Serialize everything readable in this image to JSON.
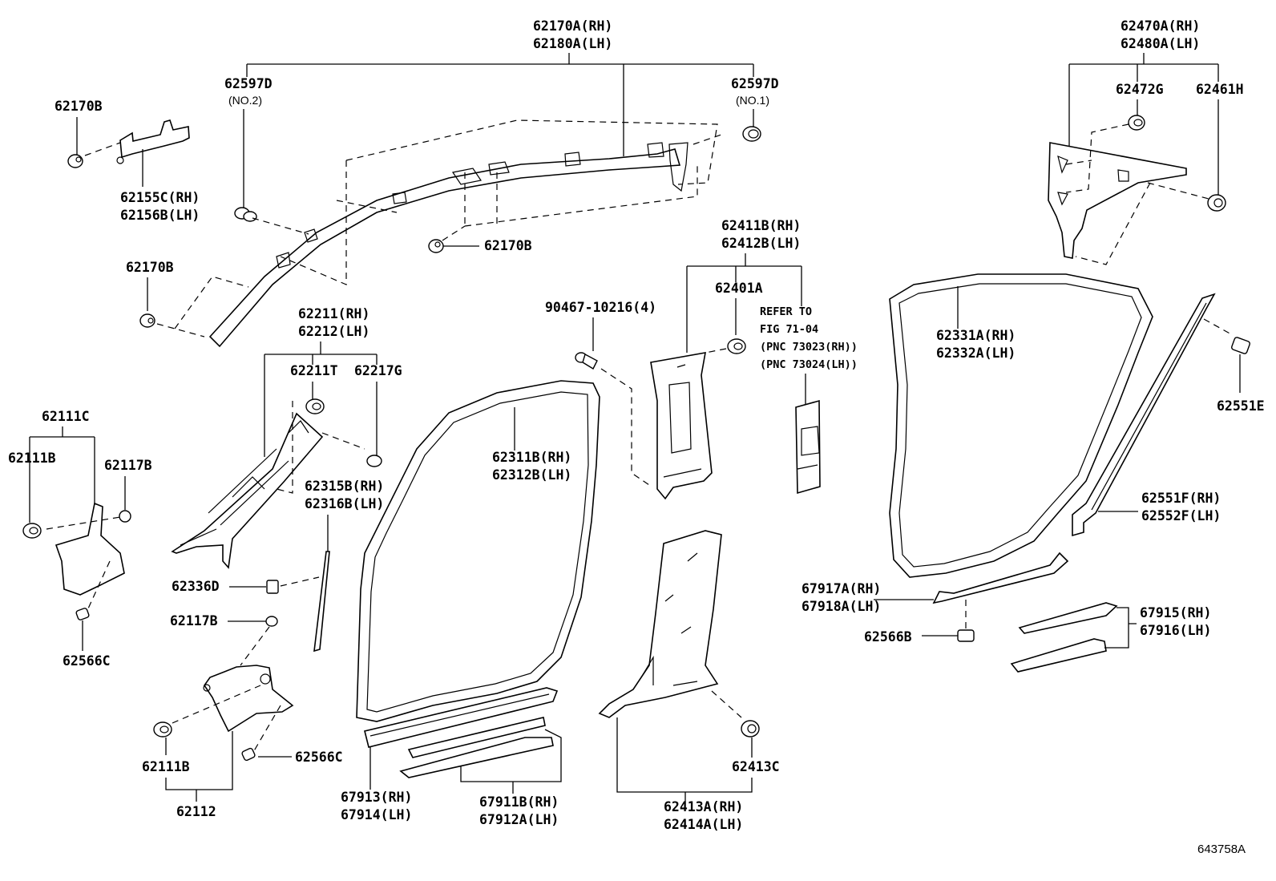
{
  "diagram": {
    "figure_id": "643758A",
    "labels": {
      "roof_side_garnish": [
        "62170A(RH)",
        "62180A(LH)"
      ],
      "clip_62597D_no2": "62597D",
      "clip_62597D_no2_note": "(NO.2)",
      "clip_62597D_no1": "62597D",
      "clip_62597D_no1_note": "(NO.1)",
      "clip_62170B_top": "62170B",
      "clip_62170B_mid": "62170B",
      "clip_62170B_low": "62170B",
      "bracket_62155C": [
        "62155C(RH)",
        "62156B(LH)"
      ],
      "quarter_trim": [
        "62470A(RH)",
        "62480A(LH)"
      ],
      "clip_62472G": "62472G",
      "clip_62461H": "62461H",
      "front_pillar_garnish": [
        "62211(RH)",
        "62212(LH)"
      ],
      "clip_62211T": "62211T",
      "clip_62217G": "62217G",
      "cowl_side_trim_lh": "62111C",
      "clip_62111B_a": "62111B",
      "clip_62117B_a": "62117B",
      "clip_62566C_a": "62566C",
      "front_door_weatherstrip_pillar": [
        "62315B(RH)",
        "62316B(LH)"
      ],
      "clip_62336D": "62336D",
      "clip_62117B_b": "62117B",
      "clip_62111B_b": "62111B",
      "clip_62566C_b": "62566C",
      "cowl_side_trim_rh": "62112",
      "screw_90467": "90467-10216(4)",
      "center_pillar_upper": [
        "62411B(RH)",
        "62412B(LH)"
      ],
      "clip_62401A": "62401A",
      "refer_note": [
        "REFER TO",
        "FIG 71-04",
        "(PNC 73023(RH))",
        "(PNC 73024(LH))"
      ],
      "front_door_opening_trim": [
        "62311B(RH)",
        "62312B(LH)"
      ],
      "rear_door_opening_trim": [
        "62331A(RH)",
        "62332A(LH)"
      ],
      "clip_62551E": "62551E",
      "rear_pillar_lower": [
        "62551F(RH)",
        "62552F(LH)"
      ],
      "rear_scuff_plate": [
        "67917A(RH)",
        "67918A(LH)"
      ],
      "clip_62566B": "62566B",
      "rear_step_cover": [
        "67915(RH)",
        "67916(LH)"
      ],
      "front_scuff_plate": [
        "67913(RH)",
        "67914(LH)"
      ],
      "front_step_cover": [
        "67911B(RH)",
        "67912A(LH)"
      ],
      "center_pillar_lower": [
        "62413A(RH)",
        "62414A(LH)"
      ],
      "clip_62413C": "62413C"
    }
  }
}
